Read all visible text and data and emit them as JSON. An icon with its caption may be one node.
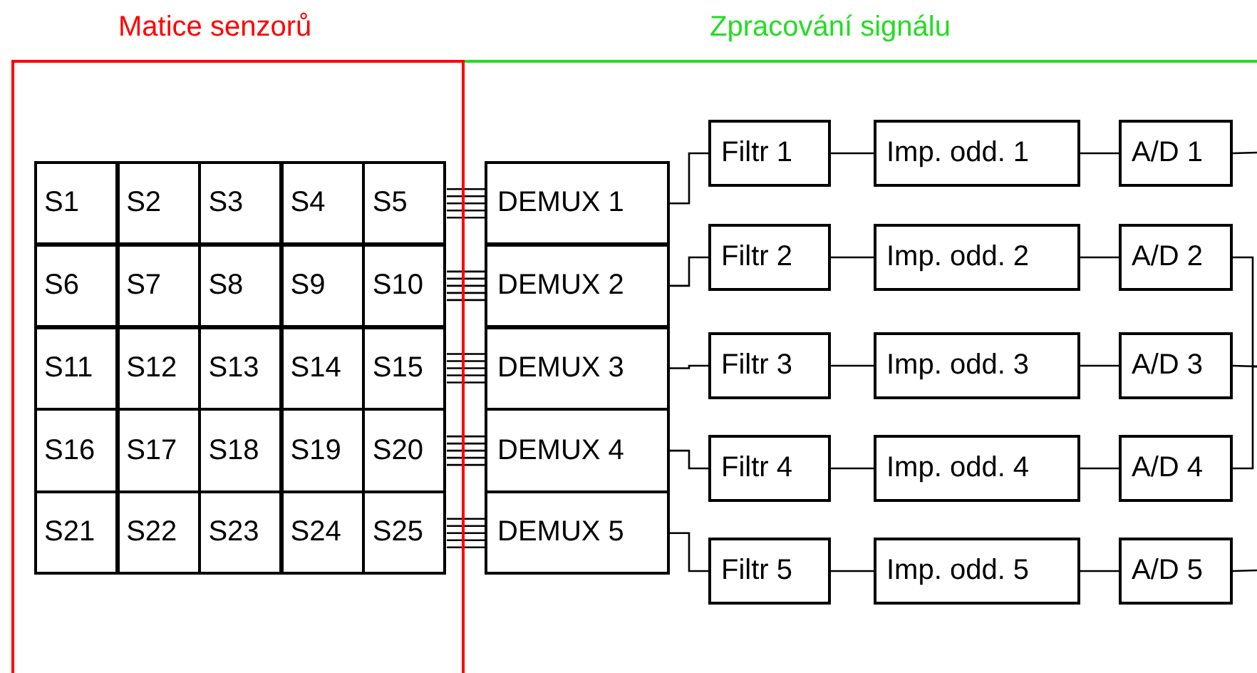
{
  "diagram": {
    "nodes": [
      {
        "text": [
          "Matice senzorů"
        ]
      },
      {
        "text": [
          "S1"
        ],
        "in": 0
      },
      {
        "text": [
          "S2"
        ],
        "in": 0
      },
      {
        "text": [
          "S3"
        ],
        "in": 0
      },
      {
        "text": [
          "S4"
        ],
        "in": 0
      },
      {
        "text": [
          "S5"
        ],
        "in": 0
      },
      {
        "text": [
          "S6"
        ],
        "in": 0
      },
      {
        "text": [
          "S7"
        ],
        "in": 0
      },
      {
        "text": [
          "S8"
        ],
        "in": 0
      },
      {
        "text": [
          "S9"
        ],
        "in": 0
      },
      {
        "text": [
          "S10"
        ],
        "in": 0
      },
      {
        "text": [
          "S11"
        ],
        "in": 0
      },
      {
        "text": [
          "S12"
        ],
        "in": 0
      },
      {
        "text": [
          "S13"
        ],
        "in": 0
      },
      {
        "text": [
          "S14"
        ],
        "in": 0
      },
      {
        "text": [
          "S15"
        ],
        "in": 0
      },
      {
        "text": [
          "S16"
        ],
        "in": 0
      },
      {
        "text": [
          "S17"
        ],
        "in": 0
      },
      {
        "text": [
          "S18"
        ],
        "in": 0
      },
      {
        "text": [
          "S19"
        ],
        "in": 0
      },
      {
        "text": [
          "S20"
        ],
        "in": 0
      },
      {
        "text": [
          "S21"
        ],
        "in": 0
      },
      {
        "text": [
          "S22"
        ],
        "in": 0
      },
      {
        "text": [
          "S23"
        ],
        "in": 0
      },
      {
        "text": [
          "S24"
        ],
        "in": 0
      },
      {
        "text": [
          "S25"
        ],
        "in": 0
      },
      {
        "text": [
          "DEMUX 1"
        ]
      },
      {
        "text": [
          "DEMUX 2"
        ]
      },
      {
        "text": [
          "DEMUX 3"
        ]
      },
      {
        "text": [
          "DEMUX 4"
        ]
      },
      {
        "text": [
          "DEMUX 5"
        ]
      },
      {
        "text": [
          "Filtr 1"
        ]
      },
      {
        "text": [
          "Filtr 2"
        ]
      },
      {
        "text": [
          "Filtr 3"
        ]
      },
      {
        "text": [
          "Filtr 4"
        ]
      },
      {
        "text": [
          "Filtr 5"
        ]
      },
      {
        "text": [
          "Imp. odd. 1"
        ]
      },
      {
        "text": [
          "Imp. odd. 2"
        ]
      },
      {
        "text": [
          "Imp. odd. 3"
        ]
      },
      {
        "text": [
          "Imp. odd. 4"
        ]
      },
      {
        "text": [
          "Imp. odd. 5"
        ]
      },
      {
        "text": [
          "A/D 1"
        ]
      },
      {
        "text": [
          "A/D 2"
        ]
      },
      {
        "text": [
          "A/D 3"
        ]
      },
      {
        "text": [
          "A/D 4"
        ]
      },
      {
        "text": [
          "A/D 5"
        ]
      }
    ],
    "edges": [
      {
        "from": 5,
        "to": 26,
        "arrow": "none"
      },
      {
        "from": 5,
        "to": 26,
        "arrow": "none"
      },
      {
        "from": 5,
        "to": 26,
        "arrow": "none"
      },
      {
        "from": 5,
        "to": 26,
        "arrow": "none"
      },
      {
        "from": 5,
        "to": 26,
        "arrow": "none"
      },
      {
        "from": 10,
        "to": 27,
        "arrow": "none"
      },
      {
        "from": 10,
        "to": 27,
        "arrow": "none"
      },
      {
        "from": 10,
        "to": 27,
        "arrow": "none"
      },
      {
        "from": 10,
        "to": 27,
        "arrow": "none"
      },
      {
        "from": 10,
        "to": 27,
        "arrow": "none"
      },
      {
        "from": 15,
        "to": 28,
        "arrow": "none"
      },
      {
        "from": 15,
        "to": 28,
        "arrow": "none"
      },
      {
        "from": 15,
        "to": 28,
        "arrow": "none"
      },
      {
        "from": 15,
        "to": 28,
        "arrow": "none"
      },
      {
        "from": 15,
        "to": 28,
        "arrow": "none"
      },
      {
        "from": 20,
        "to": 29,
        "arrow": "none"
      },
      {
        "from": 20,
        "to": 29,
        "arrow": "none"
      },
      {
        "from": 20,
        "to": 29,
        "arrow": "none"
      },
      {
        "from": 20,
        "to": 29,
        "arrow": "none"
      },
      {
        "from": 20,
        "to": 29,
        "arrow": "none"
      },
      {
        "from": 25,
        "to": 30,
        "arrow": "none"
      },
      {
        "from": 25,
        "to": 30,
        "arrow": "none"
      },
      {
        "from": 25,
        "to": 30,
        "arrow": "none"
      },
      {
        "from": 25,
        "to": 30,
        "arrow": "none"
      },
      {
        "from": 25,
        "to": 30,
        "arrow": "none"
      },
      {
        "from": 26,
        "to": 31,
        "arrow": "none"
      },
      {
        "from": 27,
        "to": 32,
        "arrow": "none"
      },
      {
        "from": 28,
        "to": 33,
        "arrow": "none"
      },
      {
        "from": 29,
        "to": 34,
        "arrow": "none"
      },
      {
        "from": 30,
        "to": 35,
        "arrow": "none"
      },
      {
        "from": 31,
        "to": 36,
        "arrow": "none"
      },
      {
        "from": 32,
        "to": 37,
        "arrow": "none"
      },
      {
        "from": 33,
        "to": 38,
        "arrow": "none"
      },
      {
        "from": 34,
        "to": 39,
        "arrow": "none"
      },
      {
        "from": 35,
        "to": 40,
        "arrow": "none"
      },
      {
        "from": 36,
        "to": 41,
        "arrow": "none"
      },
      {
        "from": 37,
        "to": 42,
        "arrow": "none"
      },
      {
        "from": 38,
        "to": 43,
        "arrow": "none"
      },
      {
        "from": 39,
        "to": 44,
        "arrow": "none"
      },
      {
        "from": 40,
        "to": 45,
        "arrow": "none"
      },
      {
        "from": 41,
        "to": null,
        "arrow": "none"
      },
      {
        "from": 42,
        "to": null,
        "arrow": "none"
      },
      {
        "from": 43,
        "to": null,
        "arrow": "none"
      },
      {
        "from": 44,
        "to": null,
        "arrow": "none"
      },
      {
        "from": 45,
        "to": null,
        "arrow": "none"
      }
    ],
    "labels": [
      "Zpracování signálu"
    ]
  }
}
